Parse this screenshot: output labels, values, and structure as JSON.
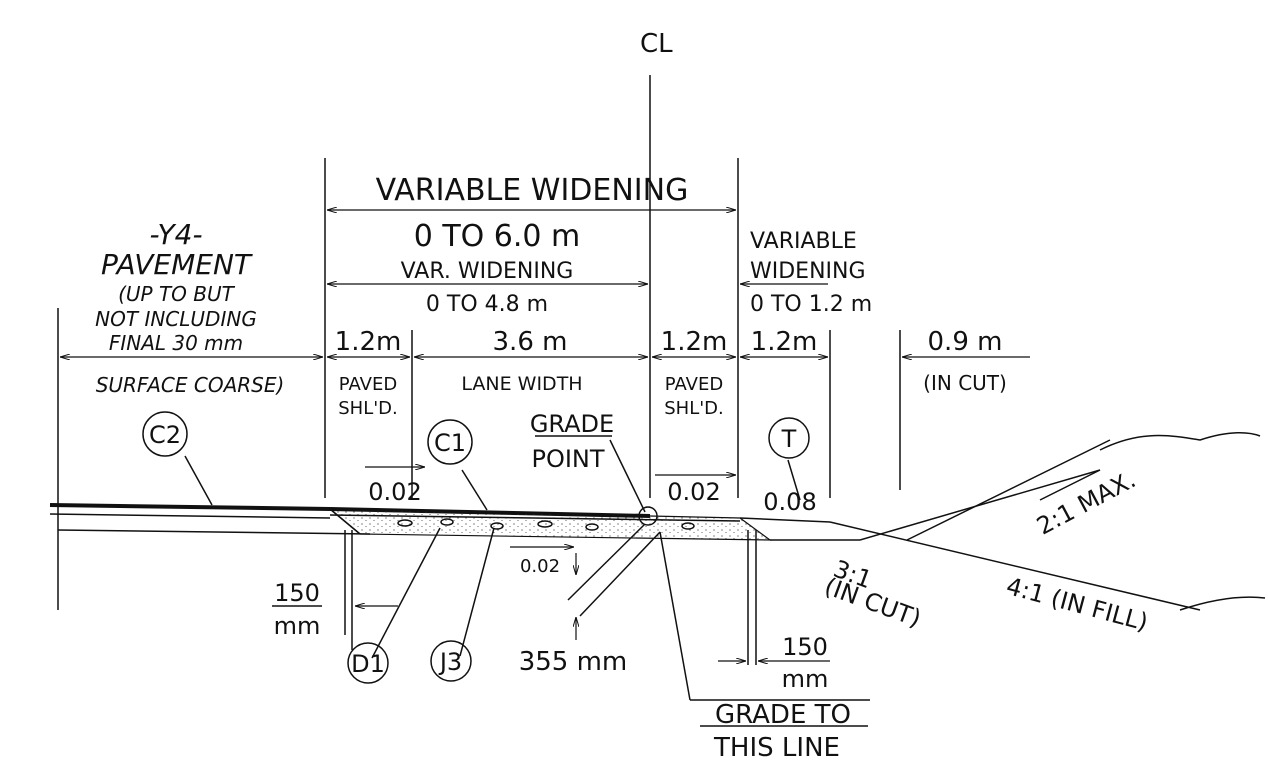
{
  "centerline": "CL",
  "labels": {
    "var_widening": "VARIABLE WIDENING",
    "var_widening_range": "0 TO 6.0 m",
    "var_widening_short": "VAR. WIDENING",
    "var_widening_short_range": "0 TO 4.8 m",
    "right_var_widening_1": "VARIABLE",
    "right_var_widening_2": "WIDENING",
    "right_var_widening_range": "0 TO 1.2 m",
    "y4": "-Y4-",
    "pavement": "PAVEMENT",
    "up_to_but": "(UP TO BUT",
    "not_including": "NOT INCLUDING",
    "final_30": "FINAL 30 mm",
    "surface_coarse": "SURFACE COARSE)",
    "dim_1_2m_left": "1.2m",
    "dim_3_6m": "3.6 m",
    "dim_1_2m_mid": "1.2m",
    "dim_1_2m_right": "1.2m",
    "dim_0_9m": "0.9 m",
    "in_cut": "(IN CUT)",
    "paved_left": "PAVED",
    "shld_left": "SHL'D.",
    "lane_width": "LANE WIDTH",
    "paved_right": "PAVED",
    "shld_right": "SHL'D.",
    "grade": "GRADE",
    "point": "POINT",
    "slope_002_a": "0.02",
    "slope_002_b": "0.02",
    "slope_002_c": "0.02",
    "slope_008": "0.08",
    "slope_2_1": "2:1 MAX.",
    "slope_3_1": "3:1",
    "slope_3_1_in_cut": "(IN CUT)",
    "slope_4_1": "4:1 (IN FILL)",
    "dim_150_left": "150",
    "mm_left": "mm",
    "dim_150_right": "150",
    "mm_right": "mm",
    "dim_355": "355 mm",
    "grade_to": "GRADE TO",
    "this_line": "THIS LINE"
  },
  "callouts": {
    "c2": "C2",
    "c1": "C1",
    "t": "T",
    "d1": "D1",
    "j3": "J3"
  }
}
